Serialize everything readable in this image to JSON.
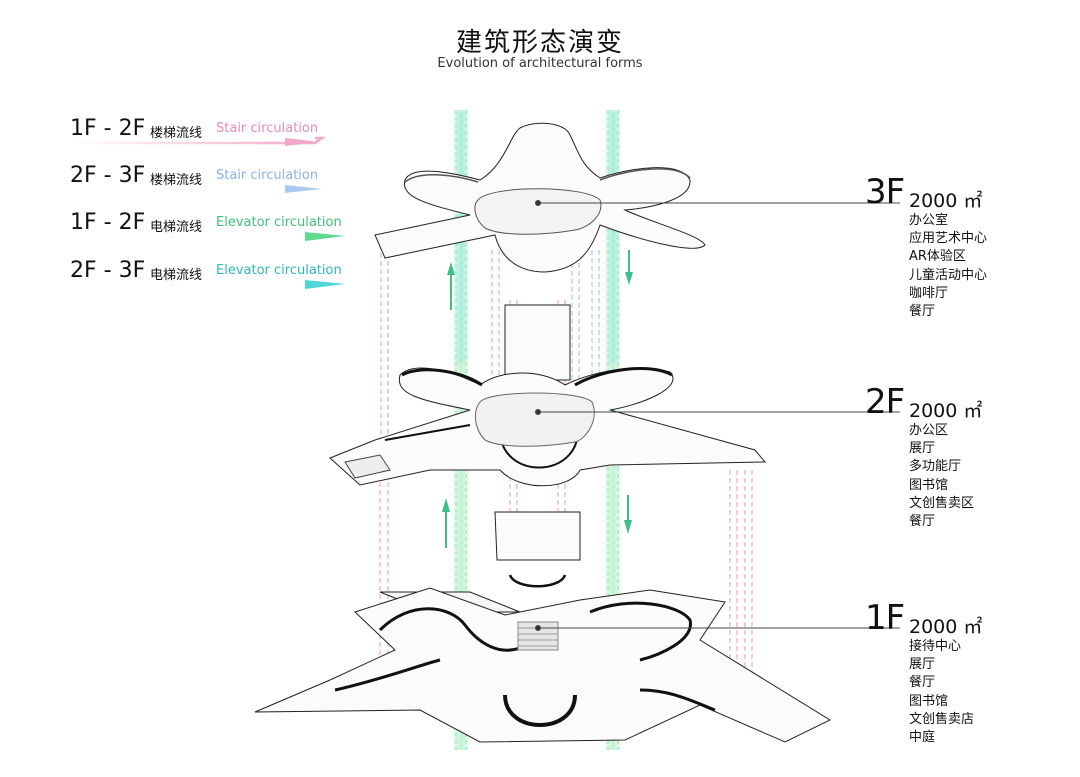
{
  "title": "建筑形态演变",
  "subtitle": "Evolution of architectural forms",
  "legend": [
    {
      "floors": "1F - 2F",
      "zh": "楼梯流线",
      "en": "Stair circulation",
      "color": "#f2a7c8"
    },
    {
      "floors": "2F - 3F",
      "zh": "楼梯流线",
      "en": "Stair circulation",
      "color": "#a9c9ee"
    },
    {
      "floors": "1F - 2F",
      "zh": "电梯流线",
      "en": "Elevator circulation",
      "color": "#5fd98e"
    },
    {
      "floors": "2F - 3F",
      "zh": "电梯流线",
      "en": "Elevator circulation",
      "color": "#4fd6d6"
    }
  ],
  "floors": [
    {
      "label": "3F",
      "area": "2000 ㎡",
      "items": [
        "办公室",
        "应用艺术中心",
        "AR体验区",
        "儿童活动中心",
        "咖啡厅",
        "餐厅"
      ]
    },
    {
      "label": "2F",
      "area": "2000 ㎡",
      "items": [
        "办公区",
        "展厅",
        "多功能厅",
        "图书馆",
        "文创售卖区",
        "餐厅"
      ]
    },
    {
      "label": "1F",
      "area": "2000 ㎡",
      "items": [
        "接待中心",
        "展厅",
        "餐厅",
        "图书馆",
        "文创售卖店",
        "中庭"
      ]
    }
  ]
}
